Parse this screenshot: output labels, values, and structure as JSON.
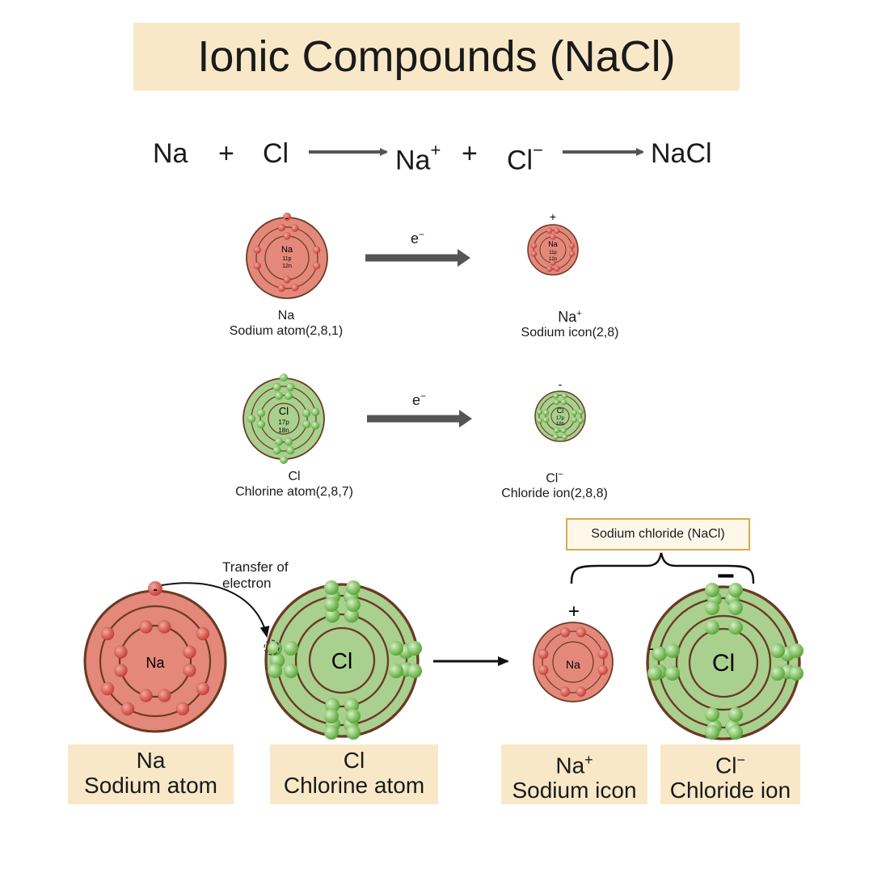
{
  "title": "Ionic Compounds (NaCl)",
  "equation": {
    "na": "Na",
    "plus1": "+",
    "cl": "Cl",
    "na_ion": "Na",
    "na_ion_charge": "+",
    "plus2": "+",
    "cl_ion": "Cl",
    "cl_ion_charge": "−",
    "product": "NaCl"
  },
  "electron_label": "e",
  "electron_charge": "−",
  "atoms": {
    "na_atom": {
      "symbol": "Na",
      "protons": "11p",
      "neutrons": "12n",
      "line1": "Na",
      "line2": "Sodium atom(2,8,1)",
      "charge_mark": "-"
    },
    "na_ion": {
      "symbol": "Na",
      "protons": "11p",
      "neutrons": "12n",
      "line1": "Na",
      "line1_sup": "+",
      "line2": "Sodium icon(2,8)",
      "charge_mark": "+"
    },
    "cl_atom": {
      "symbol": "Cl",
      "protons": "17p",
      "neutrons": "18n",
      "line1": "Cl",
      "line2": "Chlorine atom(2,8,7)"
    },
    "cl_ion": {
      "symbol": "Cl",
      "protons": "17p",
      "neutrons": "18n",
      "line1": "Cl",
      "line1_sup": "−",
      "line2": "Chloride ion(2,8,8)",
      "charge_mark": "-"
    }
  },
  "bottom": {
    "transfer_line1": "Transfer of",
    "transfer_line2": "electron",
    "na_symbol": "Na",
    "cl_symbol": "Cl",
    "na_ion_symbol": "Na",
    "cl_ion_symbol": "Cl",
    "na_ion_charge": "+",
    "cl_ion_charge": "−",
    "cl_ion_side_mark": "-",
    "na_atom_electron_mark": "-",
    "compound_label": "Sodium chloride (NaCl)",
    "boxes": [
      {
        "line1": "Na",
        "line1_sup": "",
        "line2": "Sodium atom"
      },
      {
        "line1": "Cl",
        "line1_sup": "",
        "line2": "Chlorine atom"
      },
      {
        "line1": "Na",
        "line1_sup": "+",
        "line2": "Sodium icon"
      },
      {
        "line1": "Cl",
        "line1_sup": "−",
        "line2": "Chloride ion"
      }
    ]
  },
  "colors": {
    "title_bg": "#f8e8c8",
    "sodium_fill": "#e3887a",
    "sodium_electron": "#d9534a",
    "chlorine_fill": "#a9d08e",
    "chlorine_electron": "#6cc24a",
    "shell_stroke": "#6b3a24",
    "arrow": "#555555",
    "box_border": "#d9a94b"
  }
}
